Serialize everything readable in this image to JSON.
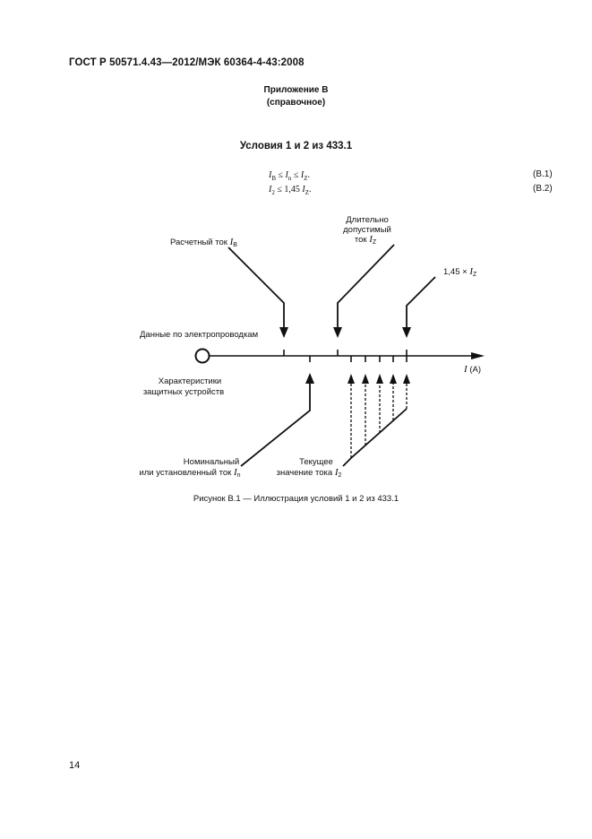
{
  "header": {
    "doc_id": "ГОСТ Р 50571.4.43—2012/МЭК 60364-4-43:2008"
  },
  "annex": {
    "title": "Приложение В",
    "subtitle": "(справочное)"
  },
  "section": {
    "title": "Условия 1 и 2 из 433.1"
  },
  "formulas": [
    {
      "parts": {
        "i1": "I",
        "s1": "B",
        "op1": " ≤ ",
        "i2": "I",
        "s2": "n",
        "op2": " ≤ ",
        "i3": "I",
        "s3": "Z",
        "end": "."
      },
      "number": "(В.1)"
    },
    {
      "parts": {
        "i1": "I",
        "s1": "2",
        "op1": " ≤ 1,45 ",
        "i2": "I",
        "s2": "Z",
        "end": "."
      },
      "number": "(В.2)"
    }
  ],
  "diagram": {
    "label_design_current": "Расчетный ток",
    "sym_design_current": "I",
    "sub_design_current": "B",
    "label_permissible_l1": "Длительно",
    "label_permissible_l2": "допустимый",
    "label_permissible_l3": "ток",
    "sym_permissible": "I",
    "sub_permissible": "Z",
    "label_145_prefix": "1,45 ×",
    "sym_145": "I",
    "sub_145": "Z",
    "label_conductor_data": "Данные по электропроводкам",
    "label_device_l1": "Характеристики",
    "label_device_l2": "защитных устройств",
    "axis_sym": "I",
    "axis_unit": "(A)",
    "label_nominal_l1": "Номинальный",
    "label_nominal_l2": "или установленный ток",
    "sym_nominal": "I",
    "sub_nominal": "n",
    "label_operating_l1": "Текущее",
    "label_operating_l2": "значение тока",
    "sym_operating": "I",
    "sub_operating": "2"
  },
  "caption": "Рисунок В.1 — Иллюстрация условий 1 и 2 из 433.1",
  "page_number": "14"
}
